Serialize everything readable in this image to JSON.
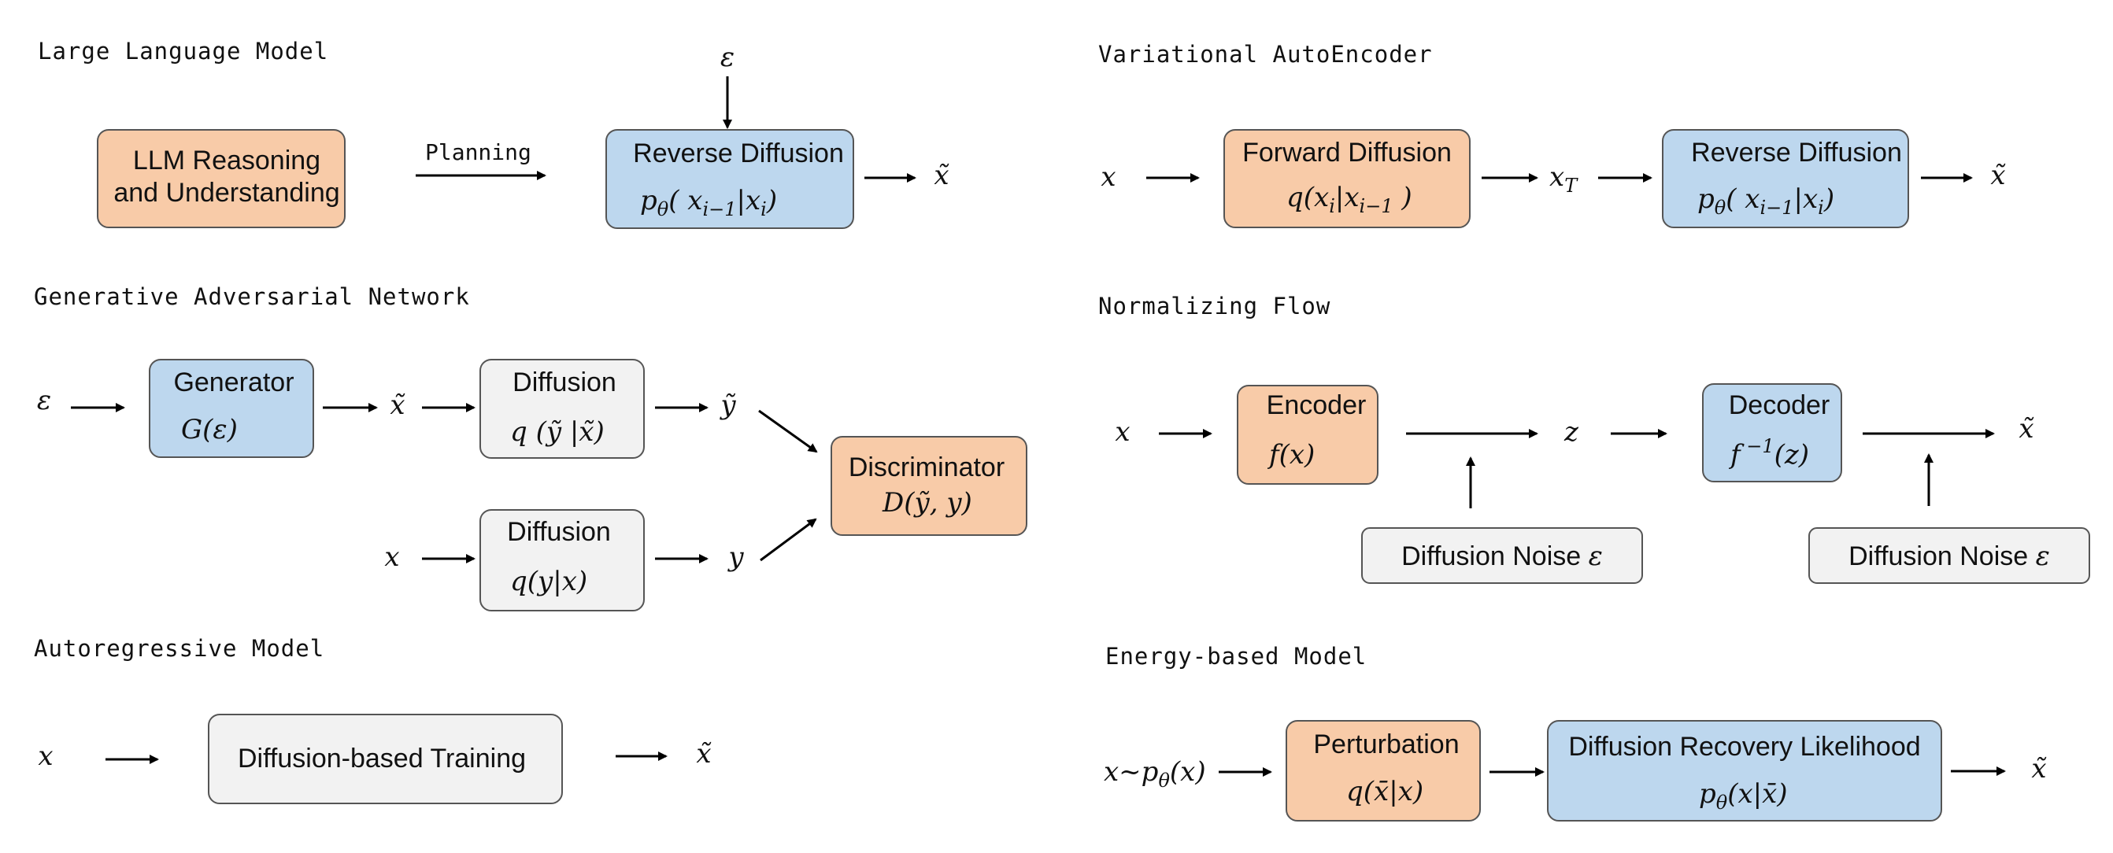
{
  "sections": {
    "llm": {
      "title": "Large Language Model",
      "box1": {
        "line1": "LLM Reasoning",
        "line2": "and Understanding"
      },
      "edge_label": "Planning",
      "epsilon": "ε",
      "box2": {
        "label": "Reverse Diffusion",
        "formula": "pθ( xi−1|xi)"
      },
      "output": "x̃"
    },
    "vae": {
      "title": "Variational AutoEncoder",
      "input": "x",
      "box1": {
        "label": "Forward Diffusion",
        "formula": "q(xi|xi−1)"
      },
      "mid": "xT",
      "box2": {
        "label": "Reverse Diffusion",
        "formula": "pθ( xi−1|xi)"
      },
      "output": "x̃"
    },
    "gan": {
      "title": "Generative Adversarial Network",
      "input_top": "ε",
      "generator": {
        "label": "Generator",
        "formula": "G(ε)"
      },
      "x_tilde": "x̃",
      "diffusion_top": {
        "label": "Diffusion",
        "formula": "q (ỹ |x̃)"
      },
      "y_tilde": "ỹ",
      "input_bottom": "x",
      "diffusion_bottom": {
        "label": "Diffusion",
        "formula": "q(y|x)"
      },
      "y": "y",
      "discriminator": {
        "label": "Discriminator",
        "formula": "D(ỹ, y)"
      }
    },
    "nf": {
      "title": "Normalizing Flow",
      "input": "x",
      "encoder": {
        "label": "Encoder",
        "formula": "f(x)"
      },
      "noise1": "Diffusion Noise ε",
      "z": "z",
      "decoder": {
        "label": "Decoder",
        "formula": "f −1(z)"
      },
      "noise2": "Diffusion Noise ε",
      "output": "x̃"
    },
    "ar": {
      "title": "Autoregressive Model",
      "input": "x",
      "box": "Diffusion-based Training",
      "output": "x̃"
    },
    "ebm": {
      "title": "Energy-based  Model",
      "input": "x~pθ(x)",
      "box1": {
        "label": "Perturbation",
        "formula": "q(x̄|x)"
      },
      "box2": {
        "label": "Diffusion Recovery Likelihood",
        "formula": "pθ(x|x̄)"
      },
      "output": "x̃"
    }
  },
  "colors": {
    "orange_box": "#f8cba8",
    "blue_box": "#bdd7ee",
    "gray_box": "#f2f2f2",
    "border": "#555555"
  }
}
